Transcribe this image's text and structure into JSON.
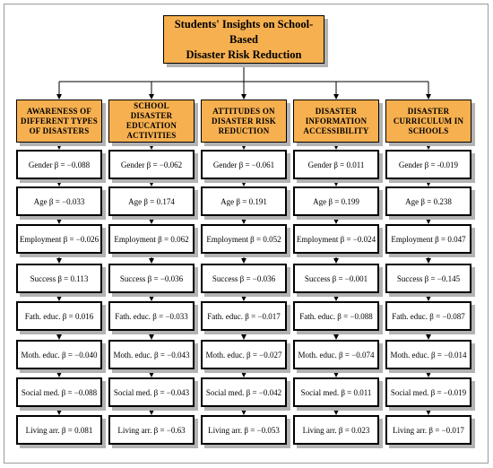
{
  "title": {
    "line1": "Students' Insights on School-Based",
    "line2": "Disaster Risk Reduction"
  },
  "columns": [
    {
      "header": "AWARENESS OF DIFFERENT TYPES OF DISASTERS",
      "items": [
        "Gender β = −0.088",
        "Age β = −0.033",
        "Employment β = −0.026",
        "Success β = 0.113",
        "Fath. educ. β = 0.016",
        "Moth. educ. β = −0.040",
        "Social med. β = −0.088",
        "Living arr. β = 0.081"
      ]
    },
    {
      "header": "SCHOOL DISASTER EDUCATION ACTIVITIES",
      "items": [
        "Gender β = −0.062",
        "Age β = 0.174",
        "Employment β = 0.062",
        "Success β = −0.036",
        "Fath. educ. β = −0.033",
        "Moth. educ. β = −0.043",
        "Social med. β = −0.043",
        "Living arr. β = −0.63"
      ]
    },
    {
      "header": "ATTITUDES ON DISASTER RISK REDUCTION",
      "items": [
        "Gender β = −0.061",
        "Age β = 0.191",
        "Employment β = 0.052",
        "Success β = −0.036",
        "Fath. educ. β = −0.017",
        "Moth. educ. β = −0.027",
        "Social med. β = −0.042",
        "Living arr. β = −0.053"
      ]
    },
    {
      "header": "DISASTER INFORMATION ACCESSIBILITY",
      "items": [
        "Gender β = 0.011",
        "Age β = 0.199",
        "Employment β = −0.024",
        "Success β = −0.001",
        "Fath. educ. β = −0.088",
        "Moth. educ. β = −0.074",
        "Social med. β = 0.011",
        "Living arr. β = 0.023"
      ]
    },
    {
      "header": "DISASTER CURRICULUM IN SCHOOLS",
      "items": [
        "Gender β = -0.019",
        "Age β = 0.238",
        "Employment β = 0.047",
        "Success β = −0.145",
        "Fath. educ. β = −0.087",
        "Moth. educ. β = −0.014",
        "Social med. β = −0.019",
        "Living arr. β = −0.017"
      ]
    }
  ]
}
